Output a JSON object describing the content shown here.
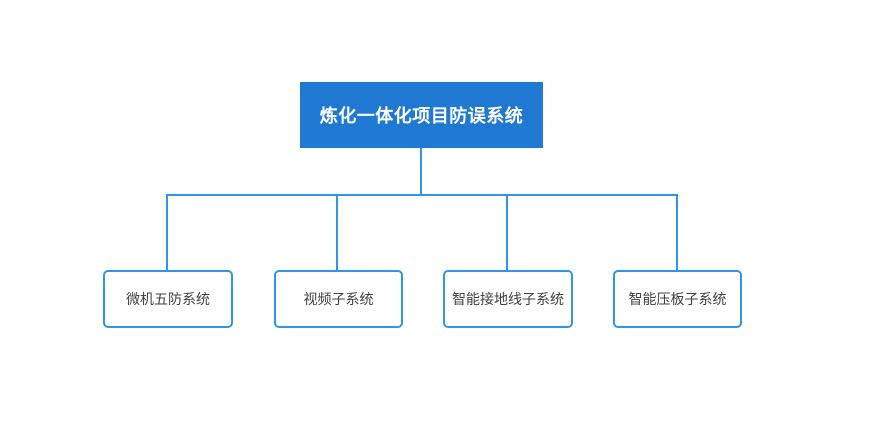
{
  "diagram": {
    "root": {
      "label": "炼化一体化项目防误系统"
    },
    "children": [
      {
        "label": "微机五防系统"
      },
      {
        "label": "视频子系统"
      },
      {
        "label": "智能接地线子系统"
      },
      {
        "label": "智能压板子系统"
      }
    ],
    "colors": {
      "root_fill": "#1f78d1",
      "root_text": "#ffffff",
      "connector": "#2d95ee",
      "child_border": "#2d95ee",
      "child_text": "#404040",
      "background": "#ffffff"
    }
  }
}
